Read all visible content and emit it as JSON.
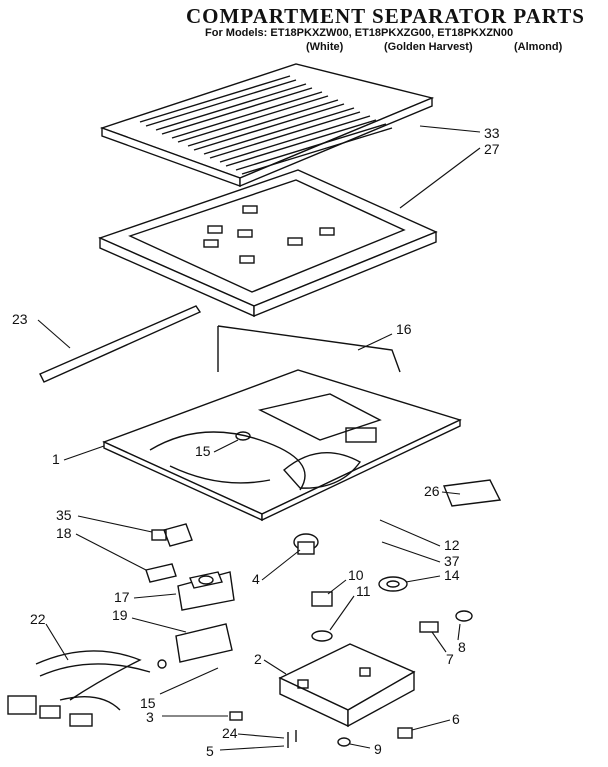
{
  "header": {
    "title": "COMPARTMENT SEPARATOR PARTS",
    "models_line": "For Models: ET18PKXZW00, ET18PKXZG00, ET18PKXZN00",
    "variants": [
      "(White)",
      "(Golden Harvest)",
      "(Almond)"
    ]
  },
  "callouts": {
    "c33": "33",
    "c27": "27",
    "c23": "23",
    "c16": "16",
    "c1": "1",
    "c15a": "15",
    "c26": "26",
    "c35": "35",
    "c18": "18",
    "c12": "12",
    "c37": "37",
    "c14": "14",
    "c4": "4",
    "c10": "10",
    "c11": "11",
    "c17": "17",
    "c19": "19",
    "c22": "22",
    "c7": "7",
    "c8": "8",
    "c2": "2",
    "c15b": "15",
    "c3": "3",
    "c6": "6",
    "c24": "24",
    "c5": "5",
    "c9": "9"
  }
}
